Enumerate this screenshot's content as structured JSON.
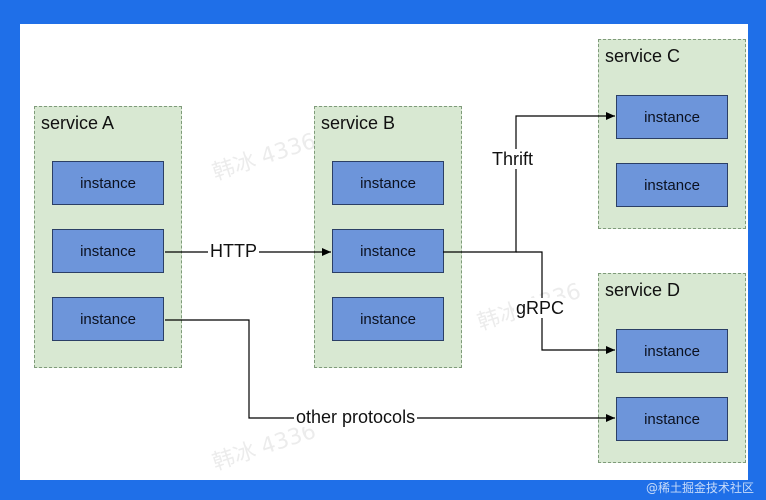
{
  "services": [
    {
      "id": "a",
      "title": "service A",
      "instances": [
        "instance",
        "instance",
        "instance"
      ]
    },
    {
      "id": "b",
      "title": "service B",
      "instances": [
        "instance",
        "instance",
        "instance"
      ]
    },
    {
      "id": "c",
      "title": "service C",
      "instances": [
        "instance",
        "instance"
      ]
    },
    {
      "id": "d",
      "title": "service D",
      "instances": [
        "instance",
        "instance"
      ]
    }
  ],
  "edges": {
    "http": "HTTP",
    "thrift": "Thrift",
    "grpc": "gRPC",
    "other": "other protocols"
  },
  "watermark": "韩冰 4336",
  "footer": "@稀土掘金技术社区",
  "colors": {
    "background": "#1f6fe8",
    "service_fill": "#d8e8d2",
    "instance_fill": "#6d95da"
  }
}
